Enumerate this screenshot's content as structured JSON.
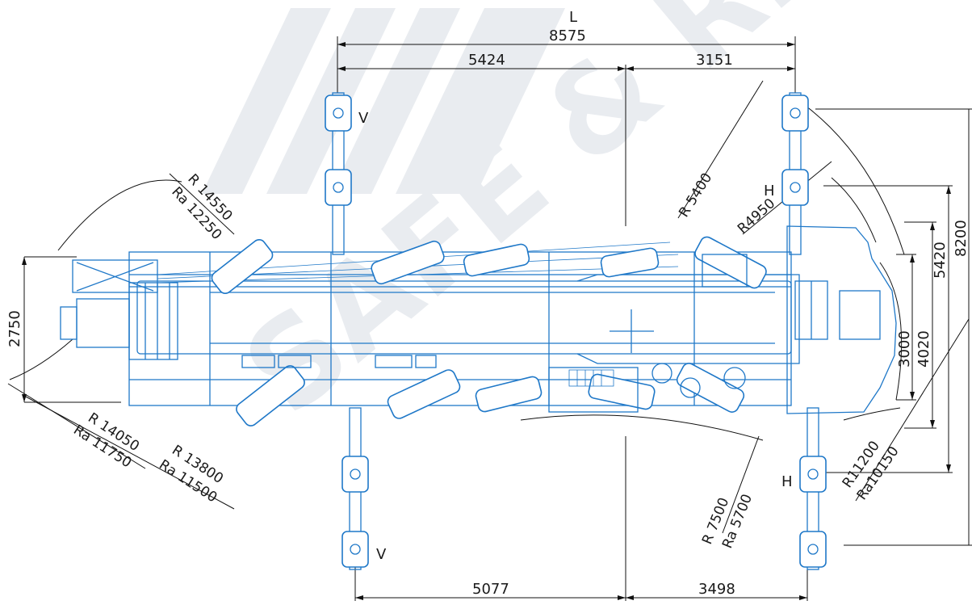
{
  "colors": {
    "line": "#1f78c8",
    "dim": "#111111",
    "watermark": "#e9ecf0"
  },
  "watermark": {
    "text": "SAFE & RENT"
  },
  "top": {
    "L": "L",
    "overall": "8575",
    "left": "5424",
    "right": "3151"
  },
  "bottom": {
    "left": "5077",
    "right": "3498"
  },
  "right_dims": {
    "d3000": "3000",
    "d4020": "4020",
    "d5420": "5420",
    "d8200": "8200"
  },
  "left_dims": {
    "d2750": "2750"
  },
  "outrigger_labels": {
    "v_top": "V",
    "v_bottom": "V",
    "h_top": "H",
    "h_bottom": "H"
  },
  "radii": {
    "r14550": "R 14550",
    "ra12250": "Ra 12250",
    "r14050": "R 14050",
    "ra11750": "Ra 11750",
    "r13800": "R 13800",
    "ra11500": "Ra 11500",
    "r5400": "R 5400",
    "r4950": "R4950",
    "r7500": "R 7500",
    "ra5700": "Ra 5700",
    "r11200": "R11200",
    "ra10150": "Ra10150"
  }
}
